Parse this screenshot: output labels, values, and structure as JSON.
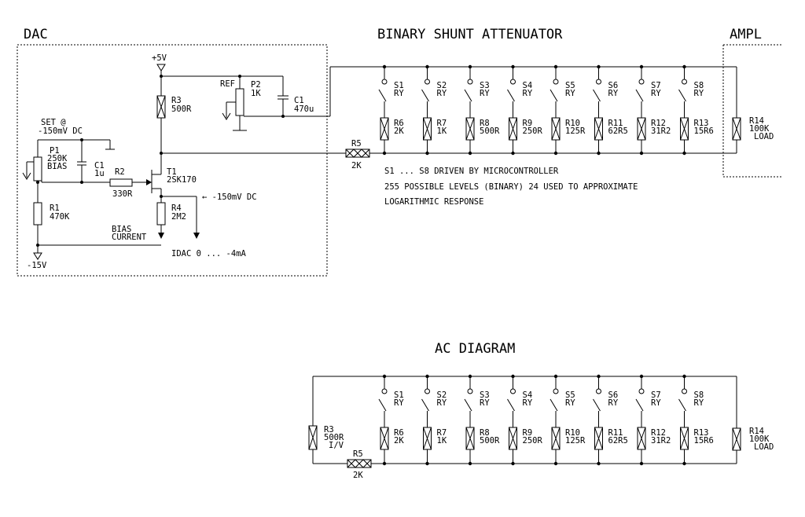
{
  "headings": {
    "dac": "DAC",
    "attenuator": "BINARY SHUNT ATTENUATOR",
    "ampl": "AMPL",
    "ac": "AC DIAGRAM"
  },
  "dac": {
    "vplus": "+5V",
    "vminus": "-15V",
    "set1": "SET @",
    "set2": "-150mV DC",
    "p1_name": "P1",
    "p1_value": "250K",
    "p1_note": "BIAS",
    "c1_name": "C1",
    "c1_value": "1u",
    "r2_name": "R2",
    "r2_value": "330R",
    "r1_name": "R1",
    "r1_value": "470K",
    "r3_name": "R3",
    "r3_value": "500R",
    "ref": "REF",
    "p2_name": "P2",
    "p2_value": "1K",
    "c1b_name": "C1",
    "c1b_value": "470u",
    "t1_name": "T1",
    "t1_value": "2SK170",
    "r4_name": "R4",
    "r4_value": "2M2",
    "bias1": "BIAS",
    "bias2": "CURRENT",
    "dc_arrow": "← -150mV DC",
    "idac": "IDAC 0 ... -4mA"
  },
  "attenuator": {
    "relays": [
      {
        "s": "S1",
        "ry": "RY",
        "r": "R6",
        "v": "2K"
      },
      {
        "s": "S2",
        "ry": "RY",
        "r": "R7",
        "v": "1K"
      },
      {
        "s": "S3",
        "ry": "RY",
        "r": "R8",
        "v": "500R"
      },
      {
        "s": "S4",
        "ry": "RY",
        "r": "R9",
        "v": "250R"
      },
      {
        "s": "S5",
        "ry": "RY",
        "r": "R10",
        "v": "125R"
      },
      {
        "s": "S6",
        "ry": "RY",
        "r": "R11",
        "v": "62R5"
      },
      {
        "s": "S7",
        "ry": "RY",
        "r": "R12",
        "v": "31R2"
      },
      {
        "s": "S8",
        "ry": "RY",
        "r": "R13",
        "v": "15R6"
      }
    ],
    "r5_name": "R5",
    "r5_value": "2K",
    "r14_name": "R14",
    "r14_value": "100K",
    "r14_note": "LOAD",
    "note1": "S1 ... S8 DRIVEN BY MICROCONTROLLER",
    "note2": "255 POSSIBLE LEVELS (BINARY) 24 USED TO APPROXIMATE",
    "note3": "LOGARITHMIC RESPONSE"
  },
  "ac": {
    "r3_name": "R3",
    "r3_value": "500R",
    "r3_note": "I/V",
    "r5_name": "R5",
    "r5_value": "2K",
    "r14_name": "R14",
    "r14_value": "100K",
    "r14_note": "LOAD"
  }
}
